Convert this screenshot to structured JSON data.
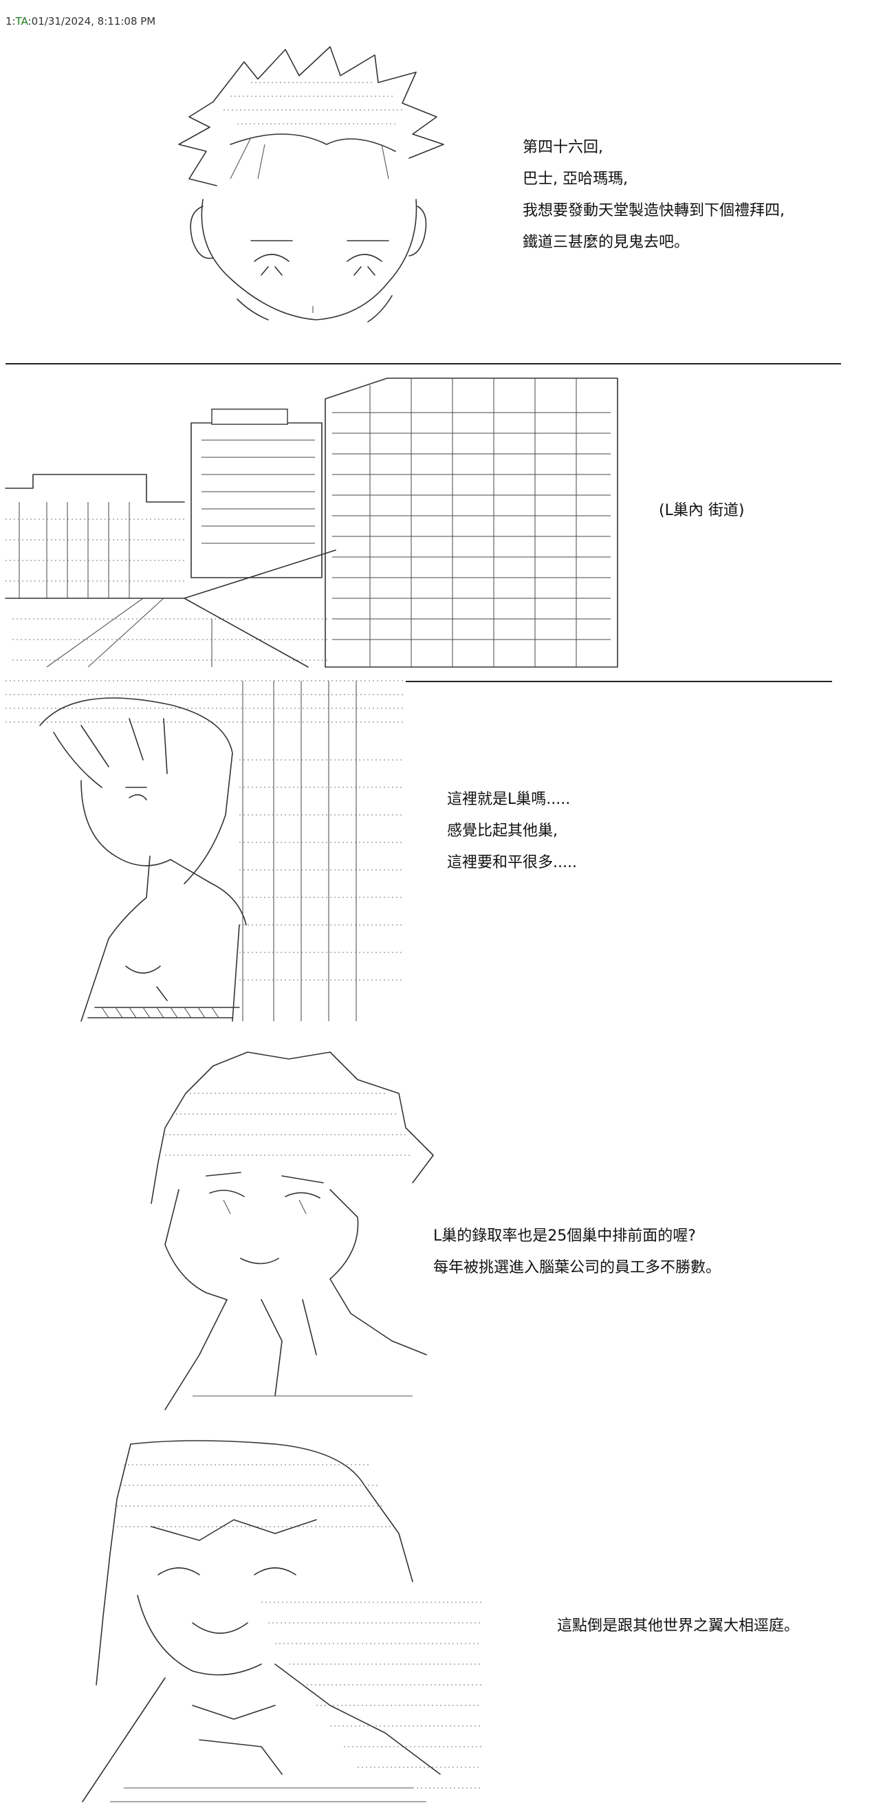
{
  "post_header": {
    "number": "1",
    "name": "TA",
    "date": "01/31/2024, 8:11:08 PM"
  },
  "panels": [
    {
      "art": "ascii-art-boy-face",
      "lines": [
        "第四十六回,",
        "巴士, 亞哈瑪瑪,",
        "我想要發動天堂製造快轉到下個禮拜四,",
        "鐵道三甚麼的見鬼去吧。"
      ]
    },
    {
      "art": "ascii-art-city-street",
      "lines": [
        "(L巢內  街道)"
      ]
    },
    {
      "art": "ascii-art-girl-looking-back",
      "lines": [
        "這裡就是L巢嗎.....",
        "感覺比起其他巢,",
        "這裡要和平很多....."
      ]
    },
    {
      "art": "ascii-art-boy-talking",
      "lines": [
        "L巢的錄取率也是25個巢中排前面的喔?",
        "每年被挑選進入腦葉公司的員工多不勝數。"
      ]
    },
    {
      "art": "ascii-art-girl-smiling",
      "lines": [
        "這點倒是跟其他世界之翼大相逕庭。"
      ]
    }
  ]
}
